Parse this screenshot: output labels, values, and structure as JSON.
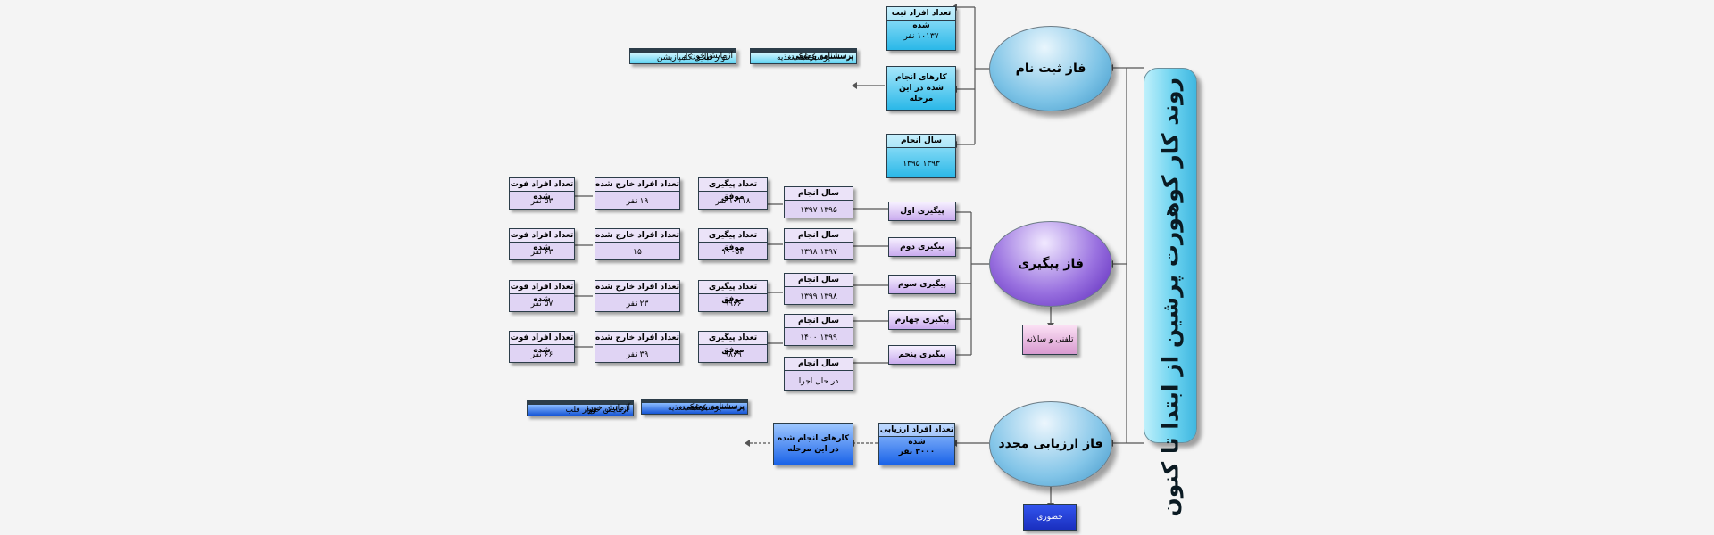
{
  "title": "روند کار کوهورت پرشین از ابتدا تا کنون",
  "phases": {
    "registration": "فاز ثبت نام",
    "followup": "فاز پیگیری",
    "reassessment": "فاز ارزیابی مجدد"
  },
  "registration": {
    "count_label": "تعداد افراد ثبت شده",
    "count_value": "۱۰۱۳۷ نفر",
    "tasks_label": "کارهای انجام شده در این مرحله",
    "year_label": "سال انجام",
    "year_value": "۱۳۹۳     ۱۳۹۵",
    "questionnaires": [
      "پرسشنامه عمومی",
      "پرسشنامه پزشکی",
      "پرسشنامه تغذیه"
    ],
    "tests": [
      "آزمایش خون و",
      "نوار قلب",
      "بادی کامپازیشن"
    ]
  },
  "followup": {
    "method": "تلفنی و سالانه",
    "rows": [
      {
        "label": "پیگیری اول",
        "year_label": "سال انجام",
        "year": "۱۳۹۵   ۱۳۹۷",
        "success_label": "تعداد پیگیری موفق",
        "success": "۱۰۱۱۸ نفر",
        "exit_label": "تعداد افراد خارج شده",
        "exit": "۱۹ نفر",
        "dead_label": "تعداد افراد فوت شده",
        "dead": "۵۳ نفر"
      },
      {
        "label": "پیگیری دوم",
        "year_label": "سال انجام",
        "year": "۱۳۹۷   ۱۳۹۸",
        "success_label": "تعداد پیگیری موفق",
        "success": "۱۰۰۵۲",
        "exit_label": "تعداد افراد خارج شده",
        "exit": "۱۵",
        "dead_label": "تعداد افراد فوت شده",
        "dead": "۶۳ نفر"
      },
      {
        "label": "پیگیری سوم",
        "year_label": "سال انجام",
        "year": "۱۳۹۸   ۱۳۹۹",
        "success_label": "تعداد پیگیری موفق",
        "success": "۹۹۶۶",
        "exit_label": "تعداد افراد خارج شده",
        "exit": "۲۳ نفر",
        "dead_label": "تعداد افراد فوت شده",
        "dead": "۵۷ نفر"
      },
      {
        "label": "پیگیری چهارم",
        "year_label": "سال انجام",
        "year": "۱۳۹۹   ۱۴۰۰",
        "success_label": "تعداد پیگیری موفق",
        "success": "۹۸۶۹",
        "exit_label": "تعداد افراد خارج شده",
        "exit": "۳۹ نفر",
        "dead_label": "تعداد افراد فوت شده",
        "dead": "۶۶ نفر"
      },
      {
        "label": "پیگیری پنجم",
        "year_label": "سال انجام",
        "year": "در حال اجرا"
      }
    ]
  },
  "reassessment": {
    "method": "حضوری",
    "count_label": "تعداد افراد ارزیابی شده",
    "count_value": "۳۰۰۰ نفر",
    "tasks_label": "کارهای انجام شده در این مرحله",
    "questionnaires": [
      "پرسشنامه عمومی",
      "پرسشنامه پزشکی",
      "پرسشنامه تغذیه"
    ],
    "tests": [
      "آزمایش خون",
      "نوار قلب"
    ]
  }
}
